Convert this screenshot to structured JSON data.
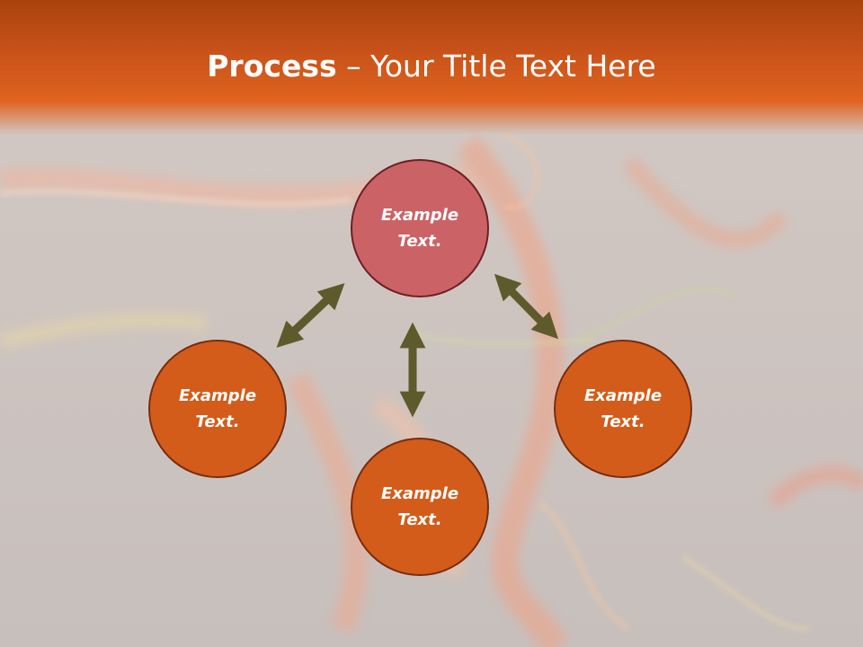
{
  "slide": {
    "title_bold": "Process",
    "title_rest": " – Your Title Text Here"
  },
  "process": {
    "nodes": [
      {
        "id": "top",
        "label": "Example\nText."
      },
      {
        "id": "left",
        "label": "Example\nText."
      },
      {
        "id": "bottom",
        "label": "Example\nText."
      },
      {
        "id": "right",
        "label": "Example\nText."
      }
    ]
  },
  "colors": {
    "header": "#c9531a",
    "node_top": "#cb6366",
    "node_orange": "#d35c1a",
    "arrow": "#5e5a2b"
  }
}
